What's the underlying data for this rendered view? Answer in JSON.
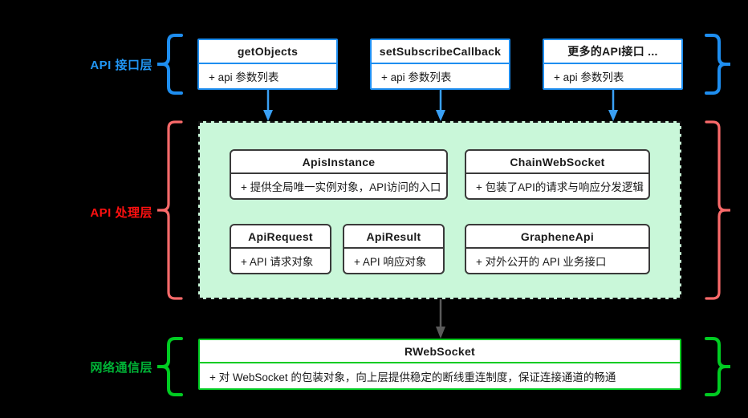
{
  "diagram": {
    "background": "#000000",
    "layers": [
      {
        "id": "api-interface",
        "label": "API 接口层",
        "color": "#2196f3"
      },
      {
        "id": "api-handling",
        "label": "API 处理层",
        "color": "#ff1010"
      },
      {
        "id": "network",
        "label": "网络通信层",
        "color": "#00b336"
      }
    ],
    "interface_boxes": [
      {
        "title": "getObjects",
        "body": "+ api 参数列表"
      },
      {
        "title": "setSubscribeCallback",
        "body": "+ api 参数列表"
      },
      {
        "title": "更多的API接口 ...",
        "body": "+ api 参数列表"
      }
    ],
    "processing_boxes_row1": [
      {
        "title": "ApisInstance",
        "body": "+ 提供全局唯一实例对象，API访问的入口"
      },
      {
        "title": "ChainWebSocket",
        "body": "+ 包装了API的请求与响应分发逻辑"
      }
    ],
    "processing_boxes_row2": [
      {
        "title": "ApiRequest",
        "body": "+ API 请求对象"
      },
      {
        "title": "ApiResult",
        "body": "+ API 响应对象"
      },
      {
        "title": "GrapheneApi",
        "body": "+ 对外公开的 API 业务接口"
      }
    ],
    "network_box": {
      "title": "RWebSocket",
      "body": "+ 对 WebSocket 的包装对象，向上层提供稳定的断线重连制度，保证连接通道的畅通"
    },
    "icons": {
      "brace_left": "curly-brace-left-icon",
      "brace_right": "curly-brace-right-icon",
      "arrow_down": "arrow-down-icon"
    },
    "colors": {
      "blue": "#1e8ef0",
      "red": "#fa6a6a",
      "green": "#00cc22",
      "region_fill": "#c9f7d9",
      "dark_border": "#3a3a3a",
      "gray_arrow": "#5a5a5a"
    }
  }
}
